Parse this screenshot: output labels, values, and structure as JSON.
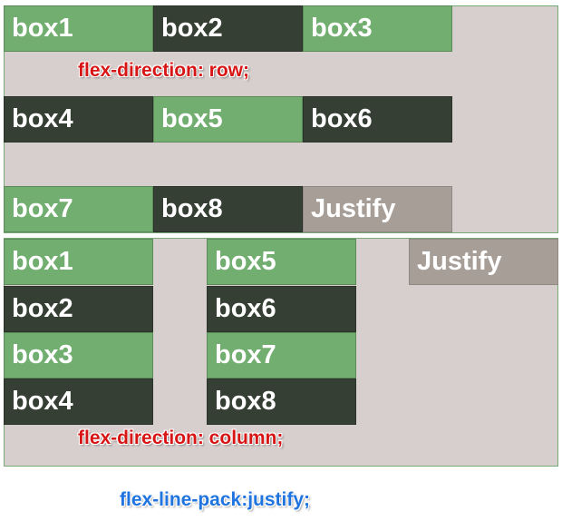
{
  "row_panel": {
    "rows": [
      [
        "box1",
        "box2",
        "box3"
      ],
      [
        "box4",
        "box5",
        "box6"
      ],
      [
        "box7",
        "box8",
        "Justify"
      ]
    ],
    "caption": "flex-direction: row;"
  },
  "column_panel": {
    "columns": [
      [
        "box1",
        "box2",
        "box3",
        "box4"
      ],
      [
        "box5",
        "box6",
        "box7",
        "box8"
      ],
      [
        "Justify"
      ]
    ],
    "caption": "flex-direction: column;"
  },
  "footer_caption": "flex-line-pack:justify;",
  "colors": {
    "panel_bg": "#d6cfcd",
    "box_light": "#72ae70",
    "box_dark": "#363f34",
    "box_gray": "#a79e98",
    "caption_red": "#d81515",
    "caption_blue": "#1f74e0"
  }
}
